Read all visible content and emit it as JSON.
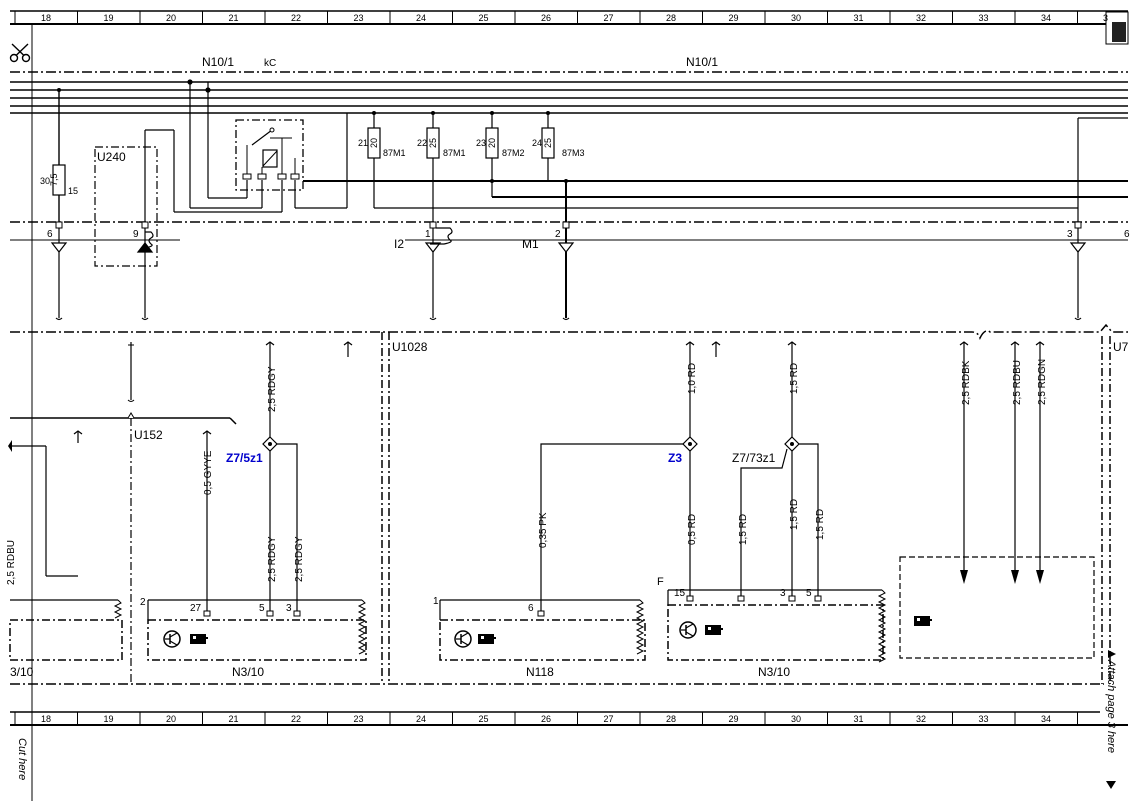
{
  "grid": {
    "columns": [
      "18",
      "19",
      "20",
      "21",
      "22",
      "23",
      "24",
      "25",
      "26",
      "27",
      "28",
      "29",
      "30",
      "31",
      "32",
      "33",
      "34"
    ],
    "edge_label": "3"
  },
  "side_text": {
    "cut_here": "Cut here",
    "attach_page": "Attach page 3 here"
  },
  "top": {
    "n10_left": "N10/1",
    "kc": "kC",
    "n10_right": "N10/1"
  },
  "fuses": [
    {
      "num": "30",
      "rating": "7,5",
      "extra": "15"
    },
    {
      "num": "21",
      "rating": "20",
      "extra": "87M1"
    },
    {
      "num": "22",
      "rating": "25",
      "extra": "87M1"
    },
    {
      "num": "23",
      "rating": "20",
      "extra": "87M2"
    },
    {
      "num": "24",
      "rating": "25",
      "extra": "87M3"
    }
  ],
  "modules": {
    "u240": "U240",
    "u152": "U152",
    "u1028": "U1028",
    "u7": "U7"
  },
  "connectors": {
    "pin6": "6",
    "pin9": "9",
    "i2": "I2",
    "pin1": "1",
    "m1": "M1",
    "pin2": "2",
    "pin3": "3",
    "pin6r": "6"
  },
  "wires": {
    "w_2_5_rdgy_top": "2,5 RDGY",
    "w_0_5_gyye": "0,5 GYYE",
    "w_2_5_rdgy_a": "2,5 RDGY",
    "w_2_5_rdgy_b": "2,5 RDGY",
    "w_2_5_rdbu_left": "2,5 RDBU",
    "w_0_35_pk": "0,35 PK",
    "w_1_0_rd": "1,0 RD",
    "w_0_5_rd": "0,5 RD",
    "w_1_5_rd_top": "1,5 RD",
    "w_1_5_rd_a": "1,5 RD",
    "w_1_5_rd_b": "1,5 RD",
    "w_1_5_rd_c": "1,5 RD",
    "w_2_5_rdbk": "2,5 RDBK",
    "w_2_5_rdbu": "2,5 RDBU",
    "w_2_5_rdgn": "2,5 RDGN"
  },
  "splices": {
    "z7_5z1": "Z7/5z1",
    "z3": "Z3",
    "z7_73z1": "Z7/73z1"
  },
  "components": {
    "n3_10_left": "3/10",
    "n3_10_mid": "N3/10",
    "n118": "N118",
    "n3_10_right": "N3/10"
  },
  "pins": {
    "p2": "2",
    "p27": "27",
    "p5a": "5",
    "p3a": "3",
    "p1": "1",
    "p6": "6",
    "pF": "F",
    "p15": "15",
    "p3b": "3",
    "p5b": "5"
  },
  "colors": {
    "line": "#000000",
    "splice_label": "#0000cc",
    "background": "#ffffff"
  },
  "icons": [
    "scissors-icon",
    "pointing-hand-icon",
    "ground-icon",
    "transistor-icon",
    "splice-icon"
  ]
}
